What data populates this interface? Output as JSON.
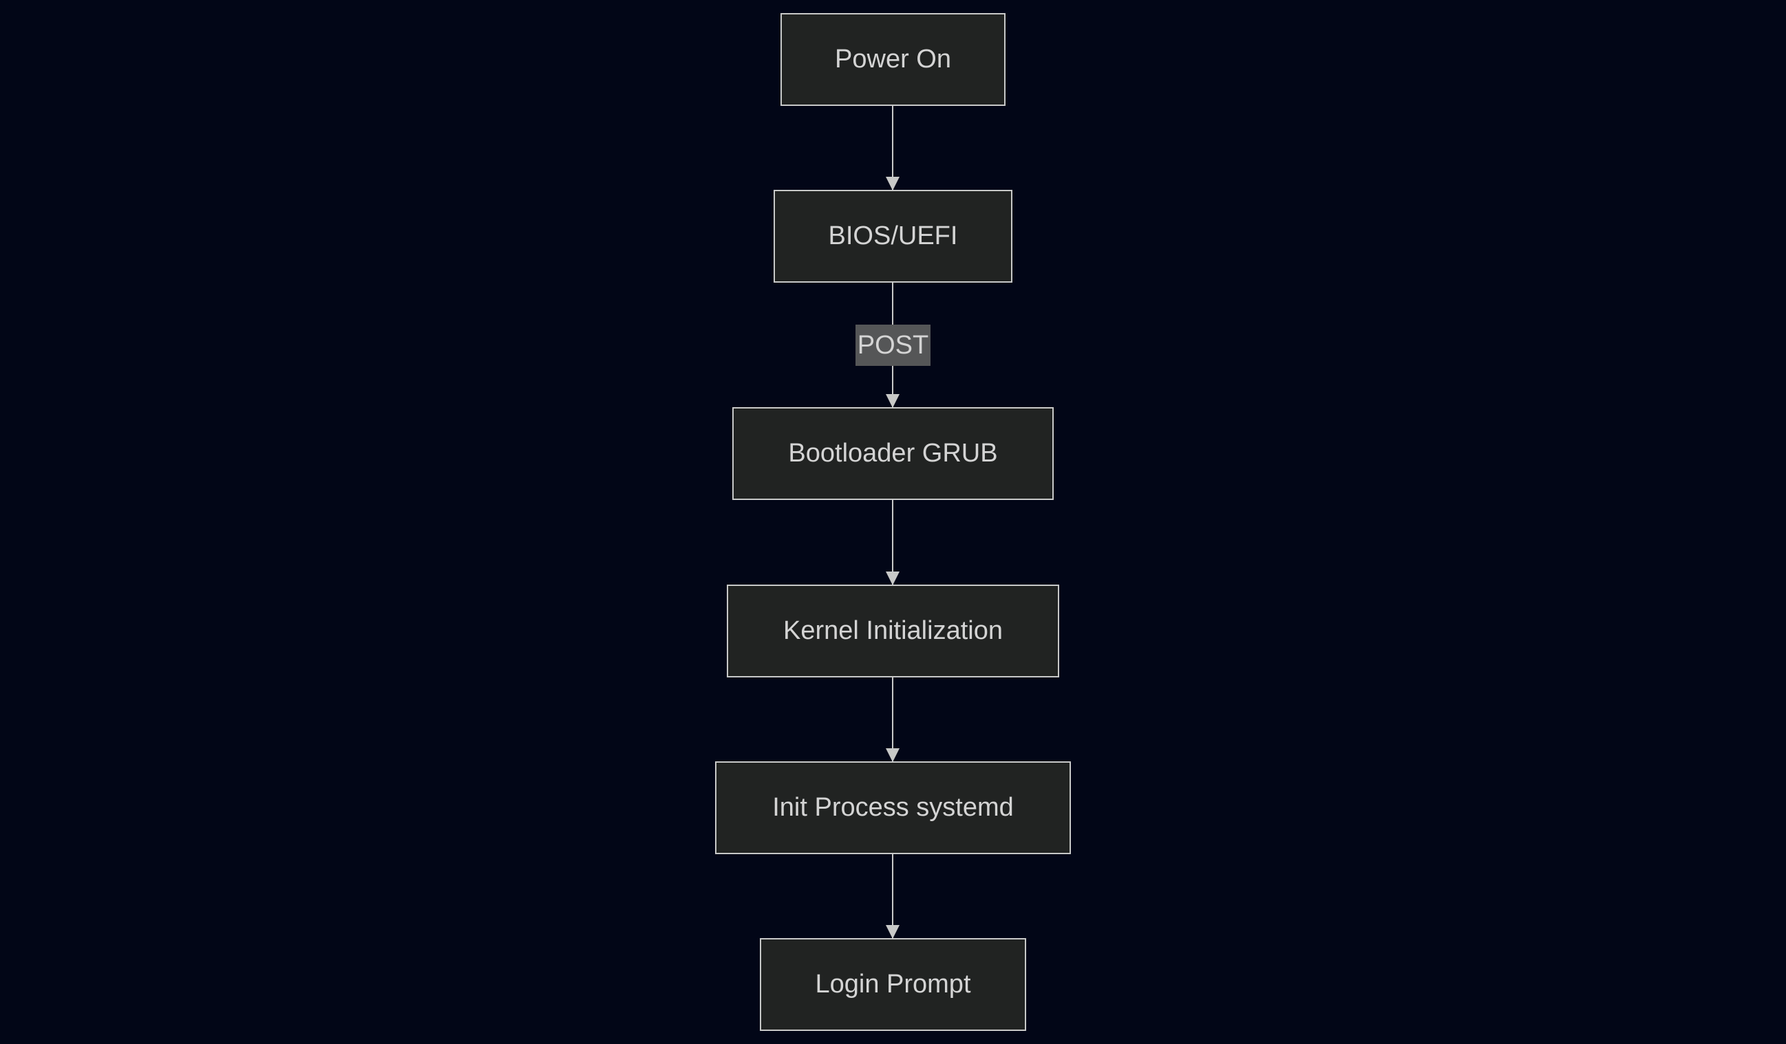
{
  "diagram": {
    "type": "flowchart",
    "direction": "top-to-bottom",
    "colors": {
      "background": "#020617",
      "node_fill": "#212322",
      "node_stroke": "#c8c9c8",
      "text": "#d4d4d4",
      "edge": "#c8c9c8",
      "edge_label_fill": "#555657"
    },
    "nodes": [
      {
        "id": "power_on",
        "label": "Power On"
      },
      {
        "id": "bios_uefi",
        "label": "BIOS/UEFI"
      },
      {
        "id": "bootloader",
        "label": "Bootloader GRUB"
      },
      {
        "id": "kernel_init",
        "label": "Kernel Initialization"
      },
      {
        "id": "init_process",
        "label": "Init Process systemd"
      },
      {
        "id": "login_prompt",
        "label": "Login Prompt"
      }
    ],
    "edges": [
      {
        "from": "power_on",
        "to": "bios_uefi",
        "label": ""
      },
      {
        "from": "bios_uefi",
        "to": "bootloader",
        "label": "POST"
      },
      {
        "from": "bootloader",
        "to": "kernel_init",
        "label": ""
      },
      {
        "from": "kernel_init",
        "to": "init_process",
        "label": ""
      },
      {
        "from": "init_process",
        "to": "login_prompt",
        "label": ""
      }
    ]
  }
}
